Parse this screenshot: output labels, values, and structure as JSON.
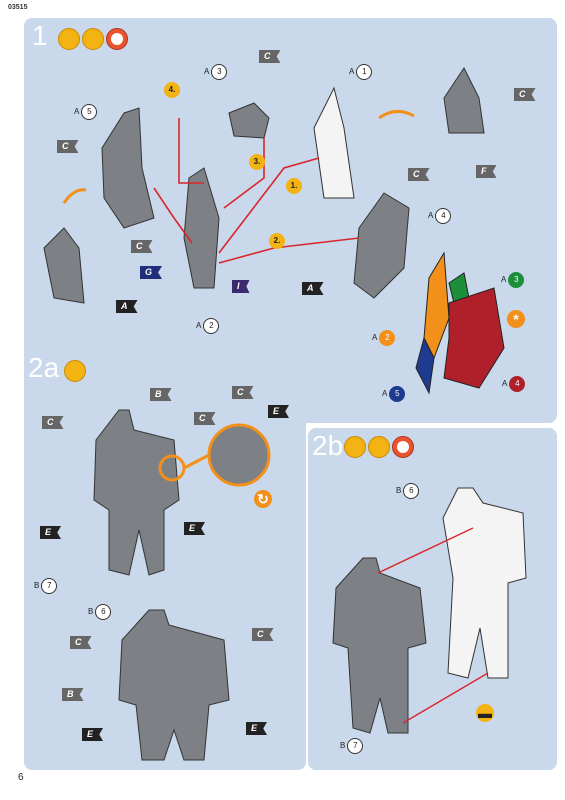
{
  "header": {
    "code": "03515"
  },
  "footer": {
    "page_number": "6"
  },
  "step1": {
    "label": "1",
    "icons": [
      "glue-tube-icon",
      "paint-brush-icon",
      "clock-icon"
    ],
    "order": [
      "1.",
      "2.",
      "3.",
      "4."
    ],
    "parts": [
      {
        "set": "A",
        "num": "1"
      },
      {
        "set": "A",
        "num": "2"
      },
      {
        "set": "A",
        "num": "3"
      },
      {
        "set": "A",
        "num": "4"
      },
      {
        "set": "A",
        "num": "5"
      }
    ],
    "tags": [
      "C",
      "C",
      "C",
      "C",
      "C",
      "C",
      "F",
      "G",
      "I",
      "A",
      "A"
    ],
    "paint_parts": [
      {
        "set": "A",
        "num": "2",
        "color": "#f29019"
      },
      {
        "set": "A",
        "num": "3",
        "color": "#1d8f3a"
      },
      {
        "set": "A",
        "num": "5",
        "color": "#1f3b8f"
      },
      {
        "set": "A",
        "num": "4",
        "color": "#b0202a"
      }
    ]
  },
  "step2a": {
    "label": "2a",
    "icons": [
      "paint-brush-icon"
    ],
    "parts": [
      {
        "set": "B",
        "num": "7"
      },
      {
        "set": "B",
        "num": "6"
      }
    ],
    "tags": [
      "B",
      "C",
      "C",
      "C",
      "E",
      "E",
      "E",
      "C",
      "C",
      "B",
      "E",
      "E"
    ]
  },
  "step2b": {
    "label": "2b",
    "icons": [
      "glue-tube-icon",
      "paint-brush-icon",
      "clock-icon"
    ],
    "parts": [
      {
        "set": "B",
        "num": "6"
      },
      {
        "set": "B",
        "num": "7"
      }
    ]
  },
  "colors": {
    "panel": "#c9d8ea",
    "arrow": "#d9262c",
    "part_grey": "#7d8085",
    "highlight": "#f29019"
  }
}
